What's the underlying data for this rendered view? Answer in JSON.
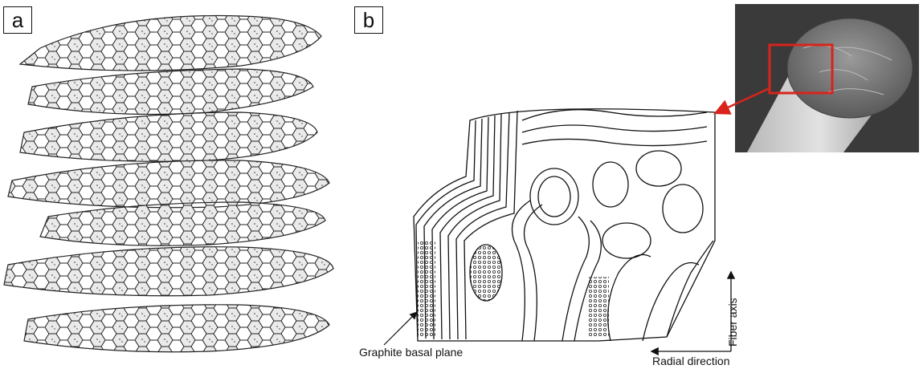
{
  "panels": {
    "a": {
      "label": "a"
    },
    "b": {
      "label": "b"
    }
  },
  "annotations": {
    "graphite_basal_plane": "Graphite basal plane",
    "radial_direction": "Radial direction",
    "fiber_axis": "Fiber axis"
  },
  "colors": {
    "highlight_box": "#d8241c",
    "callout_arrow": "#d8241c",
    "ink": "#111111",
    "sem_background": "#3a3a3a"
  },
  "icons": {
    "arrow_up": "arrow-up-icon",
    "arrow_left": "arrow-left-icon"
  }
}
